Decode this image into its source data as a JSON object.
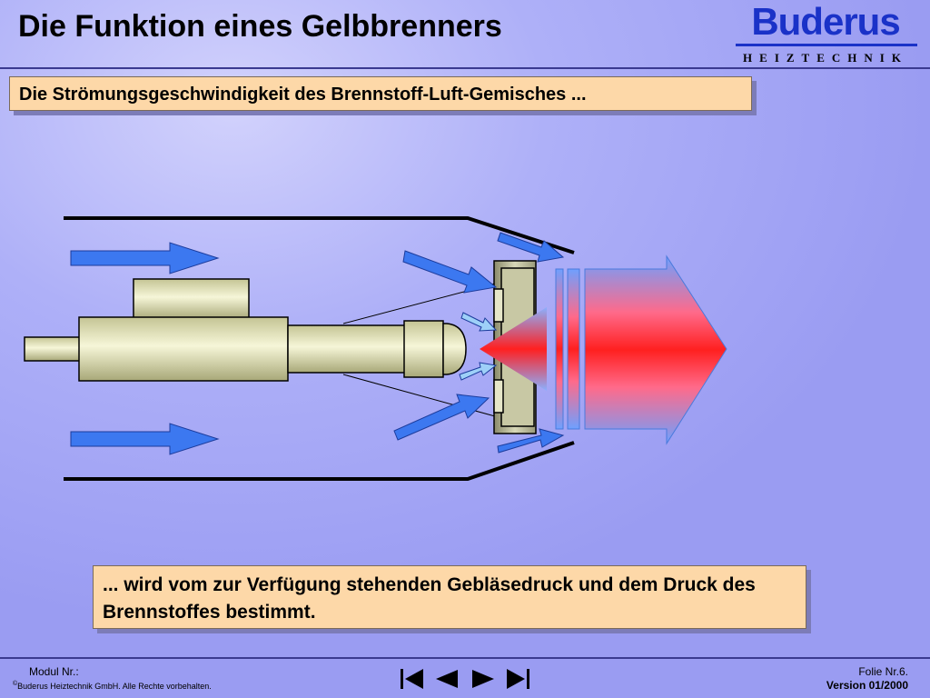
{
  "header": {
    "title": "Die Funktion eines Gelbbrenners",
    "logo_text": "Buderus",
    "logo_subtitle": "HEIZTECHNIK"
  },
  "caption_top": "Die Strömungsgeschwindigkeit des Brennstoff-Luft-Gemisches ...",
  "caption_bottom": "... wird vom zur Verfügung stehenden Gebläsedruck und dem Druck des Brennstoffes bestimmt.",
  "footer": {
    "modul_label": "Modul Nr.:",
    "copyright_symbol": "©",
    "copyright": "Buderus Heiztechnik GmbH. Alle Rechte vorbehalten.",
    "folie": "Folie Nr.6.",
    "version": "Version 01/2000"
  },
  "nav": [
    "first-icon",
    "previous-icon",
    "next-icon",
    "last-icon"
  ],
  "colors": {
    "background": "#aeb0f8",
    "logo_blue": "#1a32c8",
    "caption_box": "#fdd8a8",
    "air_arrow": "#3c78f0",
    "flame_red": "#ff2a2a",
    "flame_blue": "#6ea0ff",
    "burner_body": "#dcdcaa"
  }
}
